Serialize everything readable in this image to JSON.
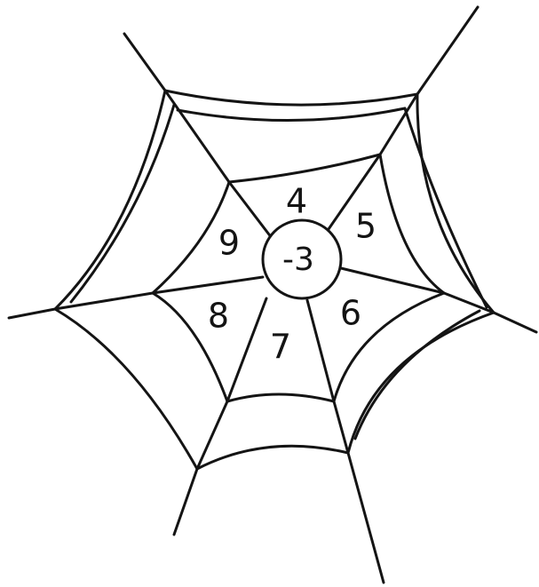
{
  "web": {
    "center_label": "-3",
    "segments": [
      {
        "id": "top",
        "label": "4"
      },
      {
        "id": "upper-right",
        "label": "5"
      },
      {
        "id": "lower-right",
        "label": "6"
      },
      {
        "id": "bottom",
        "label": "7"
      },
      {
        "id": "lower-left",
        "label": "8"
      },
      {
        "id": "upper-left",
        "label": "9"
      }
    ]
  },
  "colors": {
    "ink": "#141414",
    "paper": "#ffffff"
  }
}
